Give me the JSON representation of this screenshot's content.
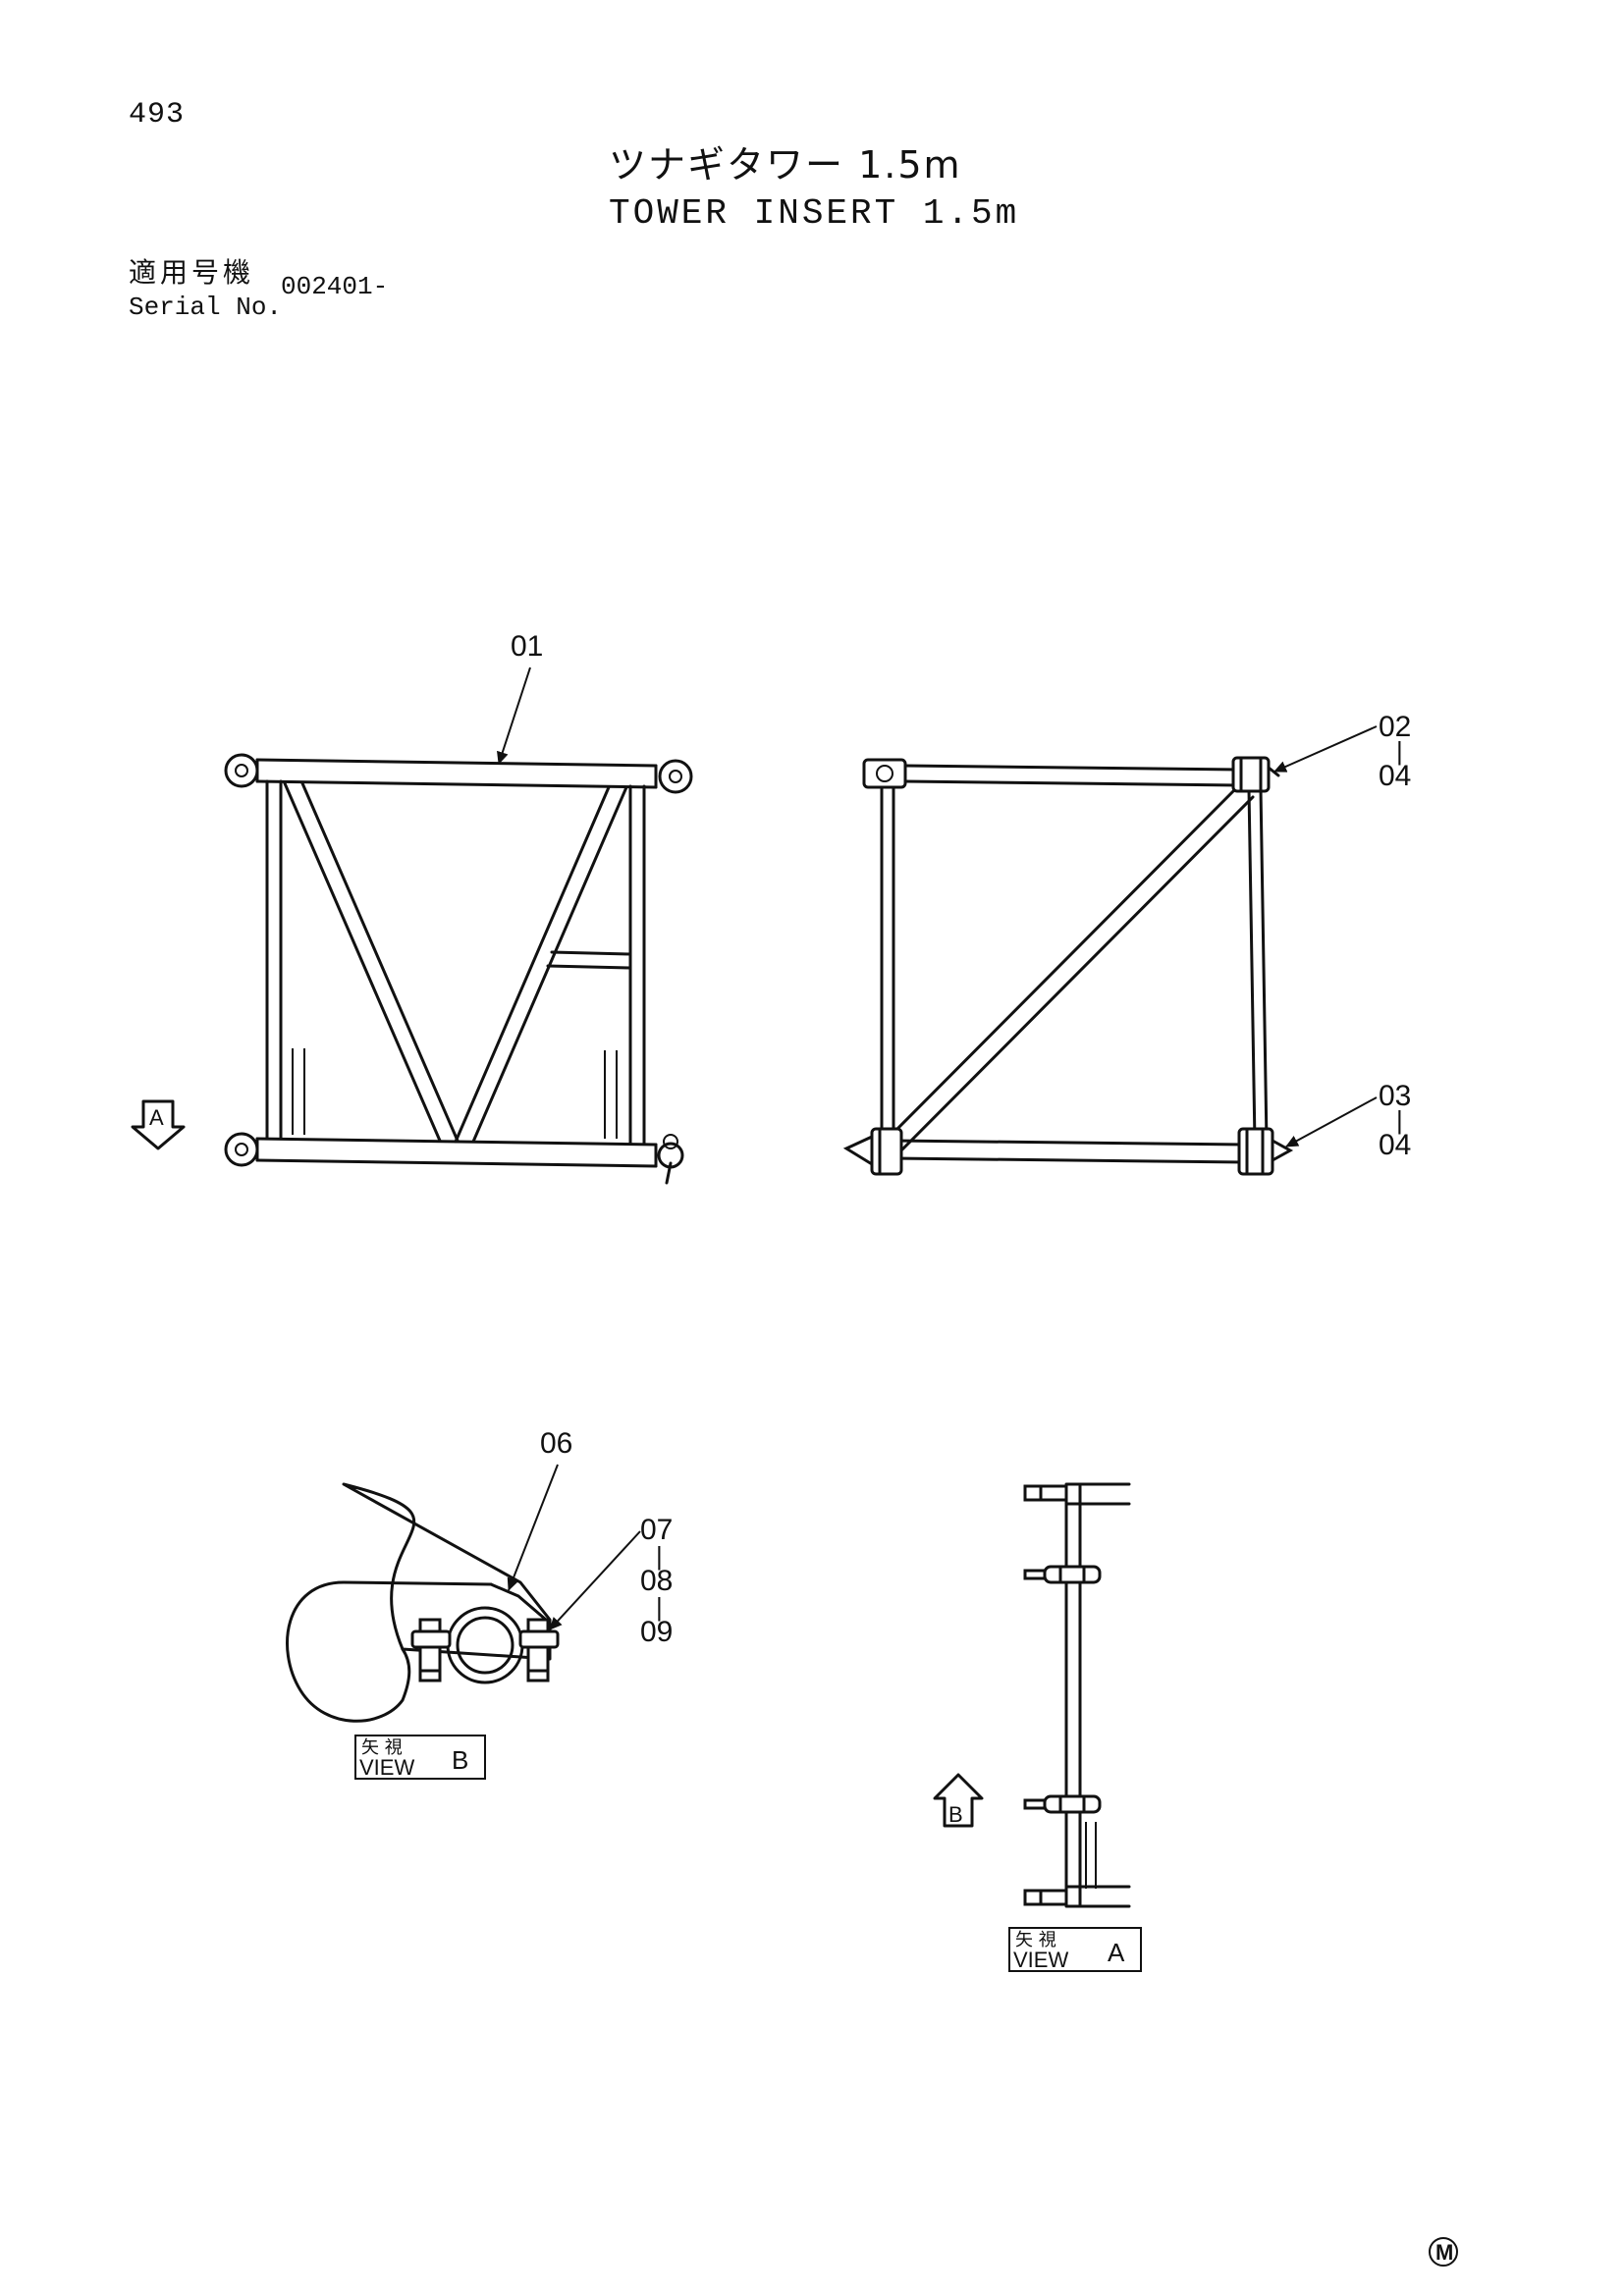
{
  "header": {
    "page_number": "493",
    "title_jp": "ツナギタワー 1.5m",
    "title_en": "TOWER INSERT 1.5m"
  },
  "serial": {
    "label_jp": "適用号機",
    "label_en": "Serial No.",
    "value": "002401-"
  },
  "callouts": {
    "c01": "01",
    "c02": "02",
    "c02_dash": "|",
    "c02_to": "04",
    "c03": "03",
    "c03_dash": "|",
    "c03_to": "04",
    "c06": "06",
    "c07": "07",
    "c07_dash1": "|",
    "c08": "08",
    "c07_dash2": "|",
    "c09": "09"
  },
  "views": {
    "arrow_a_letter": "A",
    "arrow_b_letter": "B",
    "view_b_jp": "矢 視",
    "view_b_en": "VIEW",
    "view_b_letter": "B",
    "view_a_jp": "矢 視",
    "view_a_en": "VIEW",
    "view_a_letter": "A"
  },
  "footer": {
    "mark": "M"
  }
}
